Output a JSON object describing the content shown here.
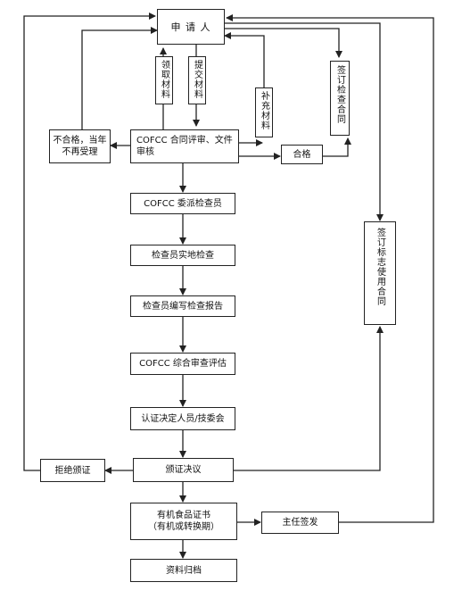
{
  "applicant": "申 请 人",
  "collect_materials": "领取材料",
  "submit_materials": "提交材料",
  "supplement_materials": "补充材料",
  "sign_inspection_contract": "签订检查合同",
  "contract_review": "COFCC 合同评审、文件审核",
  "not_qualified": "不合格，当年不再受理",
  "qualified": "合格",
  "assign_inspector": "COFCC 委派检查员",
  "onsite_inspection": "检查员实地检查",
  "write_report": "检查员编写检查报告",
  "comprehensive_review": "COFCC 综合审查评估",
  "certification_decision_makers": "认证决定人员/技委会",
  "certification_resolution": "颁证决议",
  "refuse_certification": "拒绝颁证",
  "sign_logo_contract": "签订标志使用合同",
  "certificate_line1": "有机食品证书",
  "certificate_line2": "（有机或转换期）",
  "director_sign": "主任签发",
  "archive": "资料归档"
}
